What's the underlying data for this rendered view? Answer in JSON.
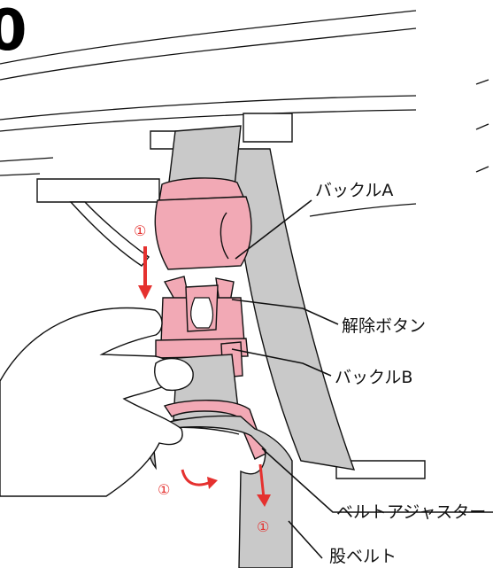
{
  "figure": {
    "corner_number": "0",
    "labels": {
      "buckle_a": "バックルA",
      "release_button": "解除ボタン",
      "buckle_b": "バックルB",
      "belt_adjuster": "ベルトアジャスター",
      "crotch_belt": "股ベルト"
    },
    "step_marker": "①",
    "colors": {
      "buckle": "#f2a9b5",
      "buckle_outline": "#c8576e",
      "belt": "#c9c9c9",
      "arrow": "#e5312f",
      "line": "#111111"
    }
  }
}
